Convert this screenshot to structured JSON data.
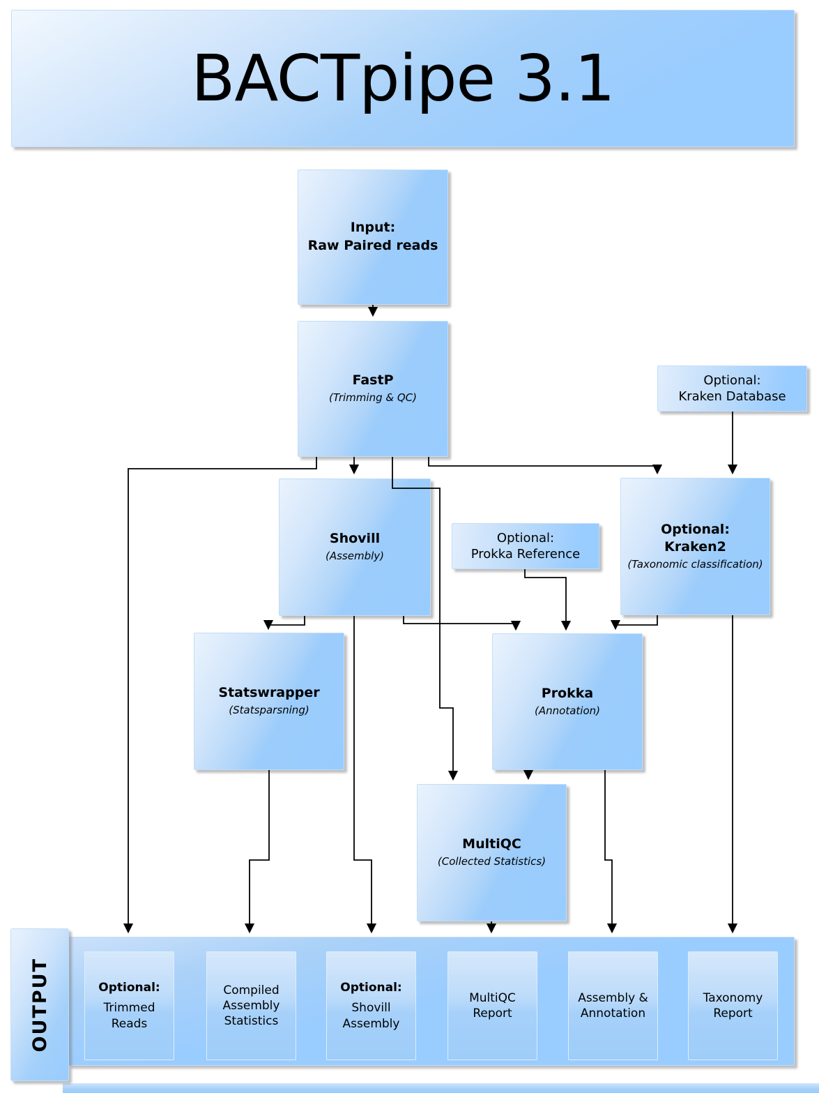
{
  "title": "BACTpipe 3.1",
  "nodes": {
    "input": {
      "line1": "Input:",
      "line2": "Raw Paired reads"
    },
    "fastp": {
      "name": "FastP",
      "subtitle": "(Trimming & QC)"
    },
    "kraken_db": {
      "line1": "Optional:",
      "line2": "Kraken Database"
    },
    "shovill": {
      "name": "Shovill",
      "subtitle": "(Assembly)"
    },
    "prokka_ref": {
      "line1": "Optional:",
      "line2": "Prokka Reference"
    },
    "kraken2": {
      "line1": "Optional:",
      "line2": "Kraken2",
      "subtitle": "(Taxonomic classification)"
    },
    "statswrapper": {
      "name": "Statswrapper",
      "subtitle": "(Statsparsning)"
    },
    "prokka": {
      "name": "Prokka",
      "subtitle": "(Annotation)"
    },
    "multiqc": {
      "name": "MultiQC",
      "subtitle": "(Collected Statistics)"
    }
  },
  "output": {
    "label": "OUTPUT",
    "items": [
      {
        "prefix": "Optional:",
        "line1": "Trimmed",
        "line2": "Reads"
      },
      {
        "line1": "Compiled",
        "line2": "Assembly",
        "line3": "Statistics"
      },
      {
        "prefix": "Optional:",
        "line1": "Shovill",
        "line2": "Assembly"
      },
      {
        "line1": "MultiQC",
        "line2": "Report"
      },
      {
        "line1": "Assembly &",
        "line2": "Annotation"
      },
      {
        "line1": "Taxonomy",
        "line2": "Report"
      }
    ]
  },
  "colors": {
    "box_fill": "#99ccff",
    "box_highlight": "#eaf3fd",
    "connector": "#000000"
  }
}
